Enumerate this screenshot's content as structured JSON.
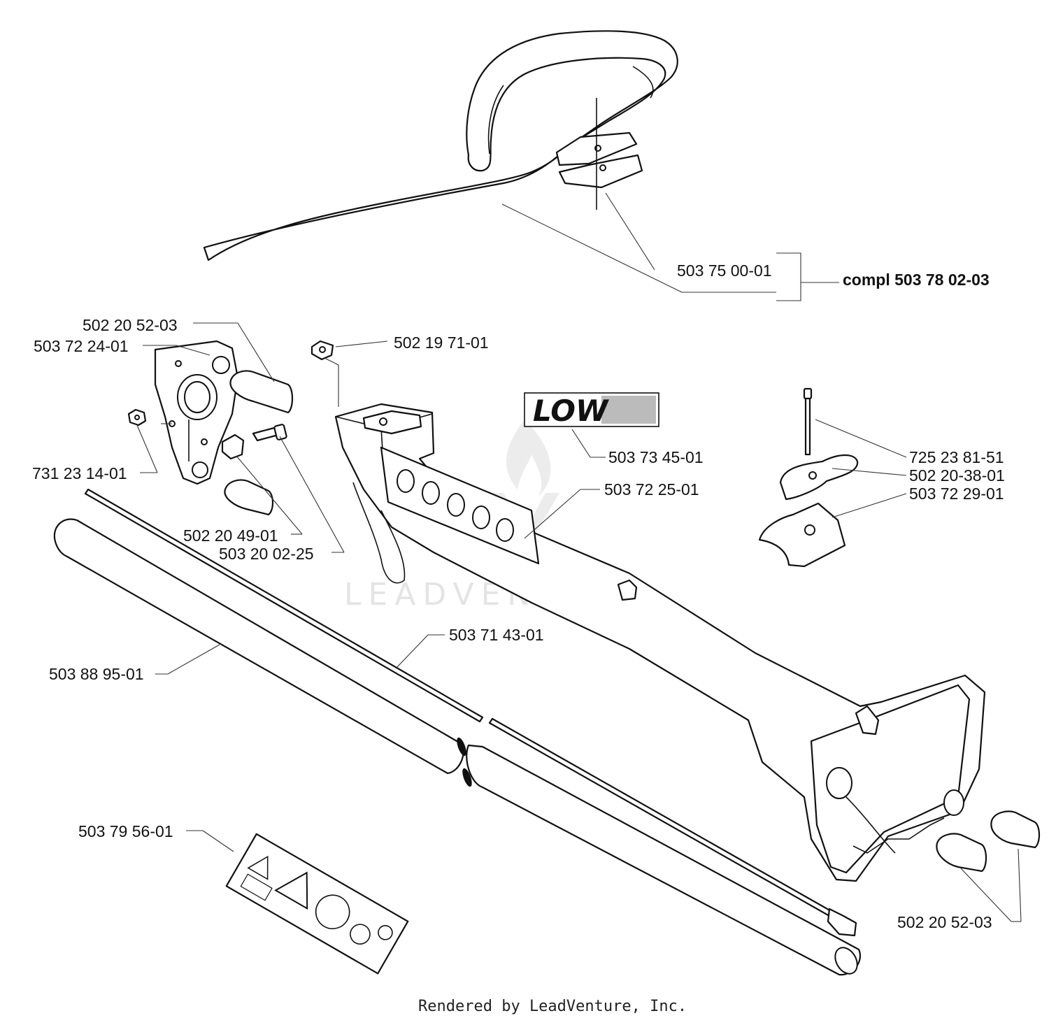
{
  "labels": {
    "handle": "503 75 00-01",
    "handle_complete": "compl 503 78 02-03",
    "cap_top": "502 20 52-03",
    "bracket": "503 72 24-01",
    "nut_square": "502 19 71-01",
    "decal_low": "503 73 45-01",
    "bolt": "725 23 81-51",
    "wing_knob": "502 20-38-01",
    "clamp": "503 72 29-01",
    "nut_hex": "731 23 14-01",
    "housing": "503 72 25-01",
    "clip": "502 20 49-01",
    "screw": "503 20 02-25",
    "drive_shaft": "503 71 43-01",
    "shaft_tube": "503 88 95-01",
    "warning_decal": "503 79 56-01",
    "cap_bottom": "502 20 52-03"
  },
  "decal_text": "LOW",
  "watermark": "LEADVENTURE",
  "footer": "Rendered by LeadVenture, Inc."
}
